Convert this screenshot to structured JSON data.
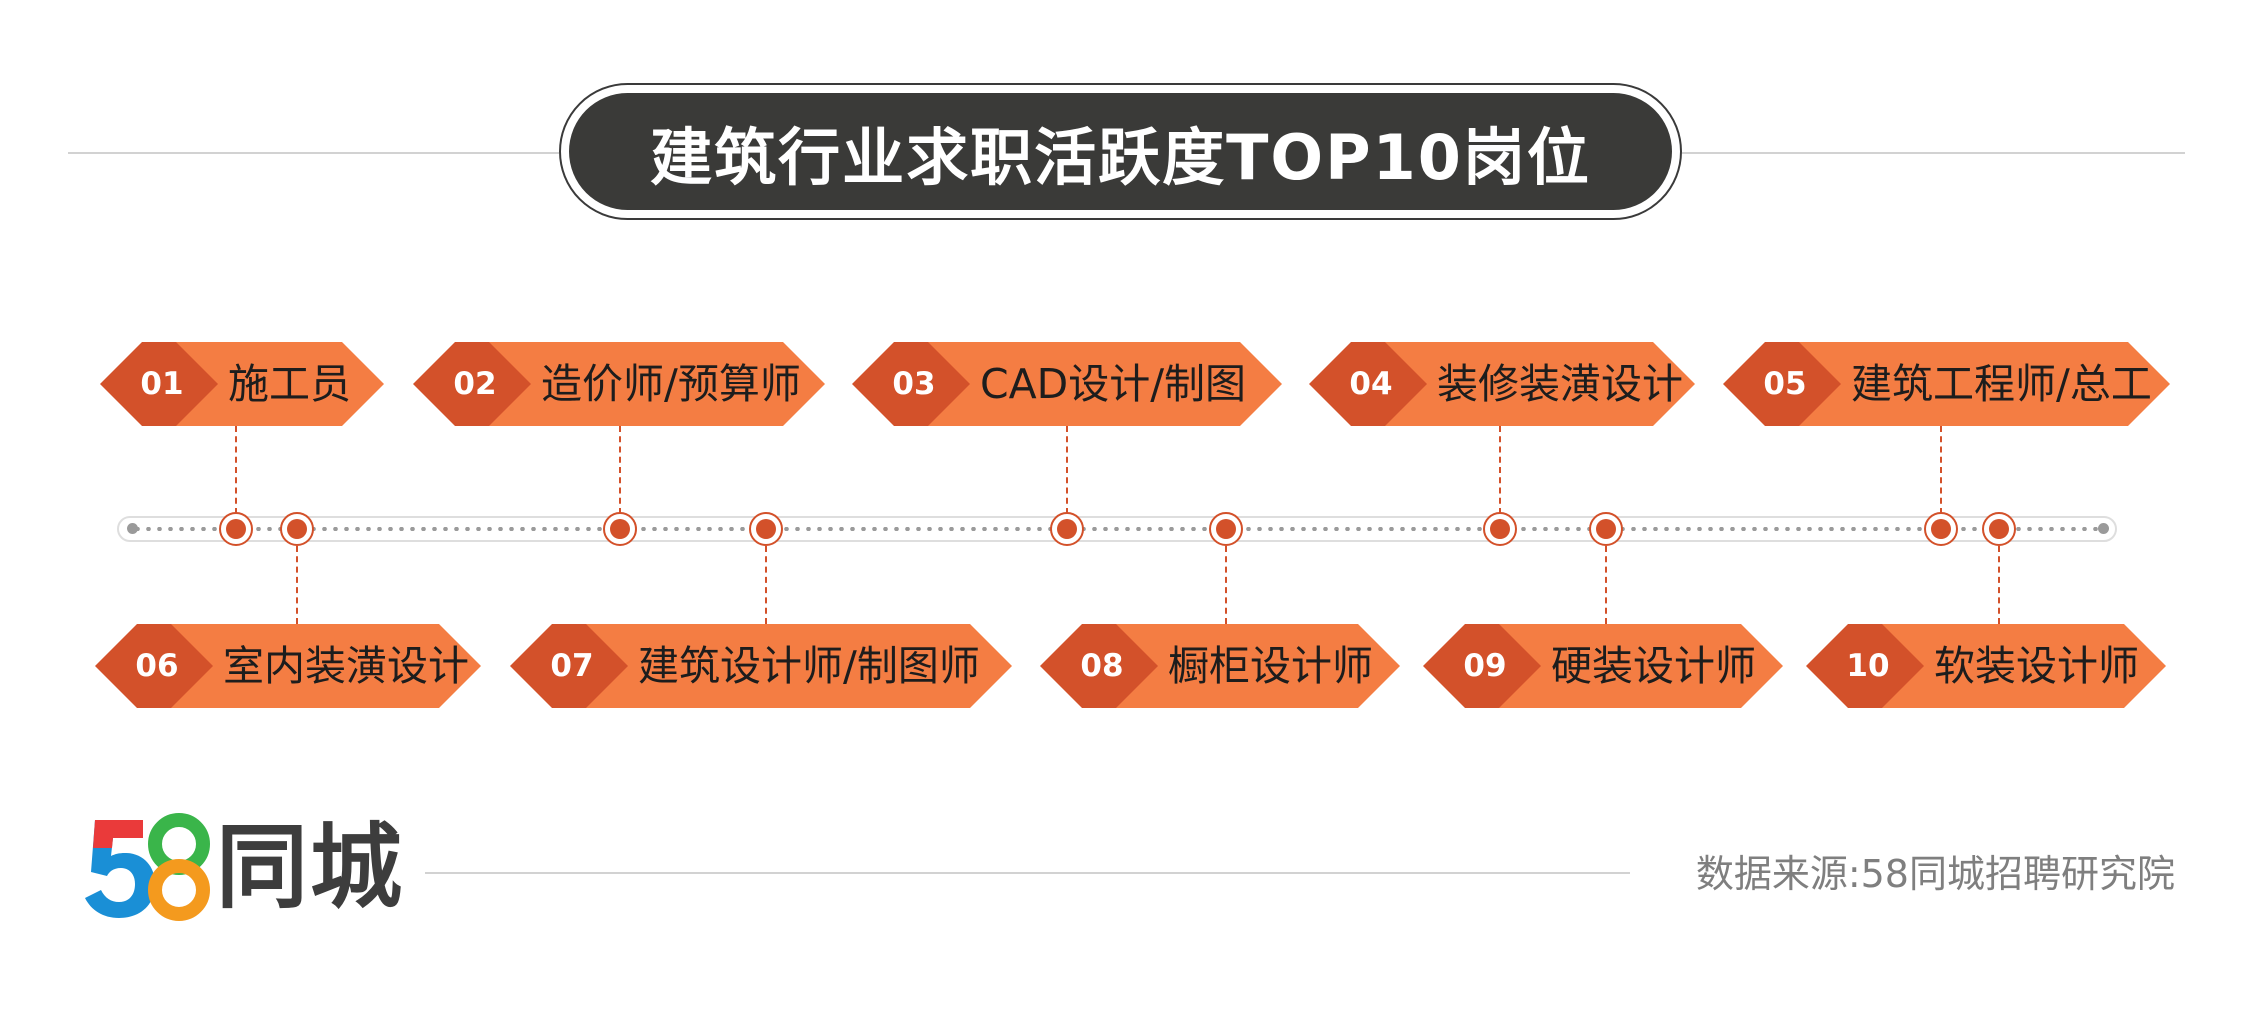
{
  "title": "建筑行业求职活跃度TOP10岗位",
  "items": [
    {
      "rank": "01",
      "label": "施工员"
    },
    {
      "rank": "02",
      "label": "造价师/预算师"
    },
    {
      "rank": "03",
      "label": "CAD设计/制图"
    },
    {
      "rank": "04",
      "label": "装修装潢设计"
    },
    {
      "rank": "05",
      "label": "建筑工程师/总工"
    },
    {
      "rank": "06",
      "label": "室内装潢设计"
    },
    {
      "rank": "07",
      "label": "建筑设计师/制图师"
    },
    {
      "rank": "08",
      "label": "橱柜设计师"
    },
    {
      "rank": "09",
      "label": "硬装设计师"
    },
    {
      "rank": "10",
      "label": "软装设计师"
    }
  ],
  "footer": {
    "logo_digits": [
      "5",
      "8"
    ],
    "logo_text": "同城",
    "source": "数据来源:58同城招聘研究院"
  },
  "colors": {
    "badge_body": "#f47d43",
    "badge_head": "#d3512a",
    "title_bg": "#3a3a38",
    "logo_5_blue": "#1a8fd6",
    "logo_5_red": "#ea3a3a",
    "logo_8_green": "#3ab54a",
    "logo_8_orange": "#f49a1e"
  }
}
